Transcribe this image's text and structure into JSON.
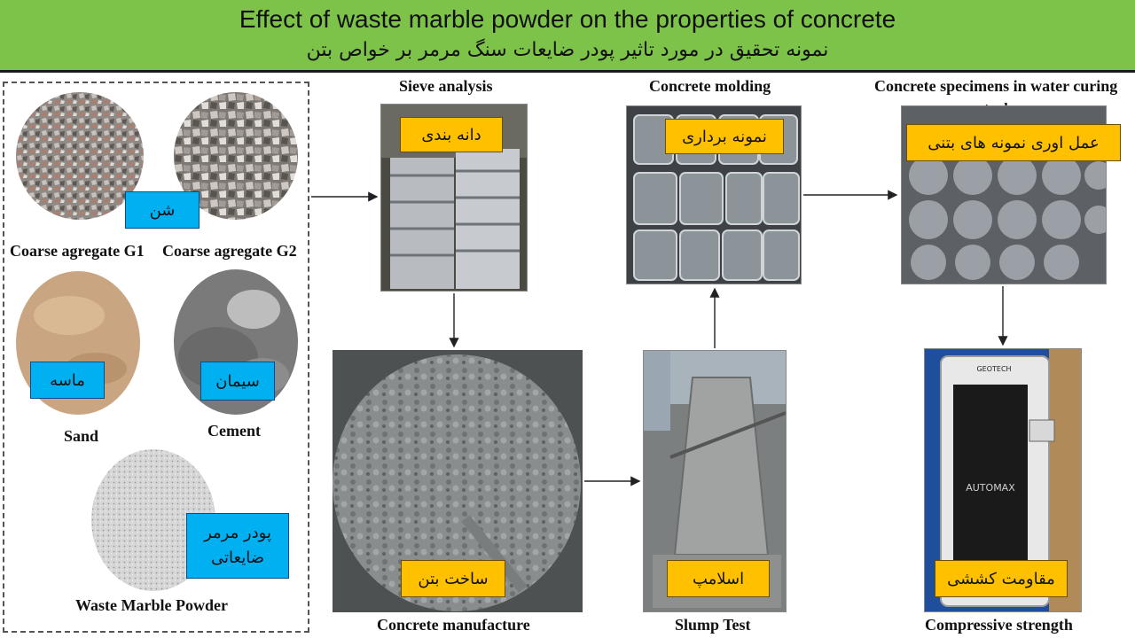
{
  "header": {
    "title_en": "Effect of waste marble powder on the properties of concrete",
    "title_fa": "نمونه تحقیق در مورد تاثیر پودر ضایعات سنگ مرمر بر خواص بتن"
  },
  "materials": {
    "coarse_g1_caption": "Coarse agregate G1",
    "coarse_g2_caption": "Coarse agregate G2",
    "coarse_label": "شن",
    "sand_caption": "Sand",
    "sand_label": "ماسه",
    "cement_caption": "Cement",
    "cement_label": "سیمان",
    "marble_caption": "Waste Marble Powder",
    "marble_label_line1": "پودر مرمر",
    "marble_label_line2": "ضایعاتی"
  },
  "steps": {
    "sieve_caption": "Sieve analysis",
    "sieve_label": "دانه بندی",
    "molding_caption": "Concrete molding",
    "molding_label": "نمونه برداری",
    "curing_caption_line1": "Concrete specimens in water curing",
    "curing_caption_line2": "tank",
    "curing_label": "عمل اوری نمونه های بتنی",
    "manufacture_caption": "Concrete manufacture",
    "manufacture_label": "ساخت بتن",
    "slump_caption": "Slump Test",
    "slump_label": "اسلامپ",
    "strength_caption": "Compressive strength",
    "strength_label": "مقاومت کششی"
  },
  "machine_text": {
    "brand_plate": "GEOTECH",
    "model": "AUTOMAX"
  },
  "colors": {
    "banner": "#7dc34a",
    "label_blue": "#00b0f0",
    "label_gold": "#ffc000"
  }
}
